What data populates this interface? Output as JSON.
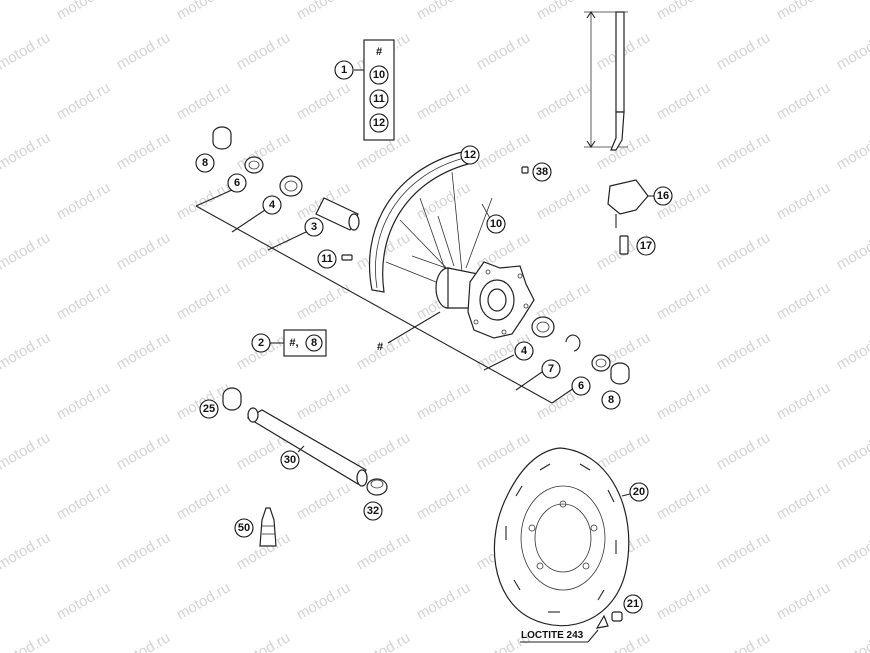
{
  "watermark": "motod.ru",
  "callouts": {
    "c1": "1",
    "c2": "2",
    "c3": "3",
    "c4a": "4",
    "c4b": "4",
    "c6a": "6",
    "c6b": "6",
    "c7": "7",
    "c8a": "8",
    "c8b": "8",
    "c10": "10",
    "c11": "11",
    "c12": "12",
    "c16": "16",
    "c17": "17",
    "c20": "20",
    "c21": "21",
    "c25": "25",
    "c30": "30",
    "c32": "32",
    "c38": "38",
    "c50": "50"
  },
  "kit1": {
    "hash": "#",
    "i1": "10",
    "i2": "11",
    "i3": "12"
  },
  "kit2": {
    "text": "#,",
    "circled": "8"
  },
  "hub_hash": "#",
  "loctite": "LOCTITE 243"
}
